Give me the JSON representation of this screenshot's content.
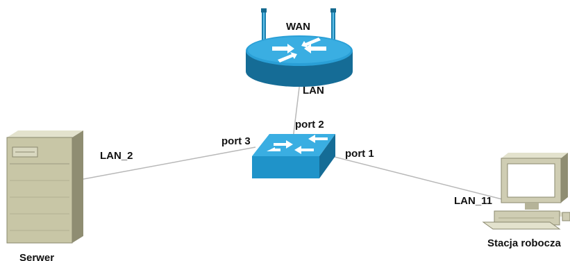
{
  "router": {
    "wan_label": "WAN",
    "lan_label": "LAN"
  },
  "switch": {
    "port1_label": "port 1",
    "port2_label": "port 2",
    "port3_label": "port 3"
  },
  "server": {
    "name": "Serwer",
    "link_label": "LAN_2"
  },
  "workstation": {
    "name": "Stacja robocza",
    "link_label": "LAN_11"
  },
  "colors": {
    "link_line": "#b8b8b8",
    "device_blue": "#1f93c9",
    "device_blue_dark": "#156c96",
    "server_body": "#c8c6a6",
    "monitor_body": "#cfcdb3"
  }
}
